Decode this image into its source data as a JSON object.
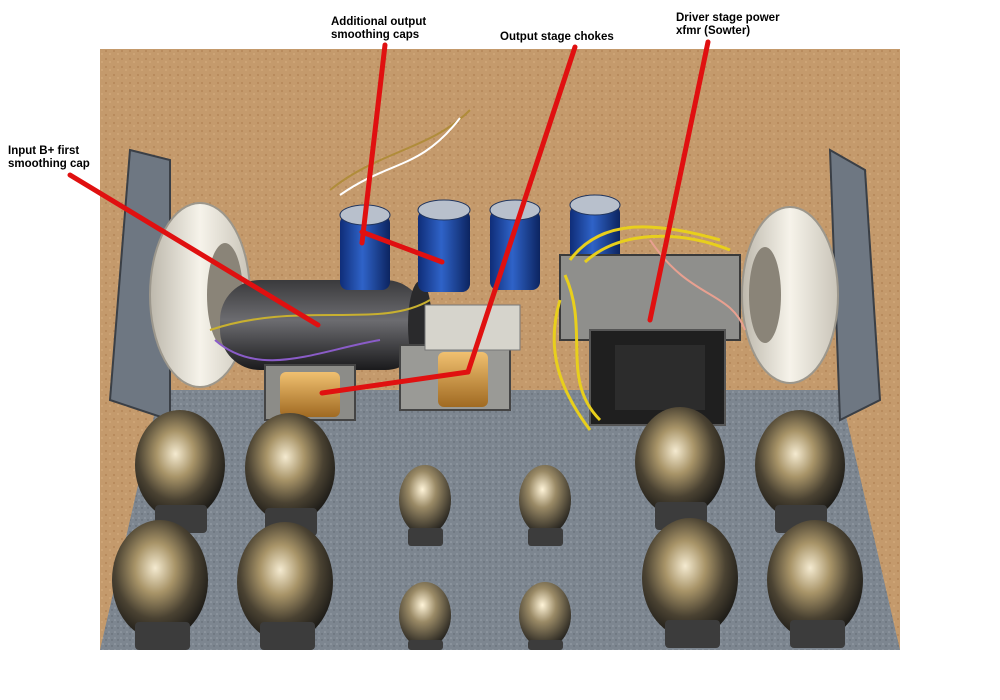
{
  "colors": {
    "pointer": "#e01010",
    "background": "#c49a6c",
    "chassis": "#7d8690",
    "capacitor": "#1f4aa8",
    "toroid": "#ece8de",
    "choke_winding": "#d8a24a"
  },
  "annotations": {
    "input_cap": {
      "line1": "Input B+ first",
      "line2": "smoothing cap"
    },
    "output_caps": {
      "line1": "Additional output",
      "line2": "smoothing caps"
    },
    "chokes": {
      "line1": "Output stage chokes"
    },
    "driver_xfmr": {
      "line1": "Driver stage power",
      "line2": "xfmr (Sowter)"
    }
  }
}
